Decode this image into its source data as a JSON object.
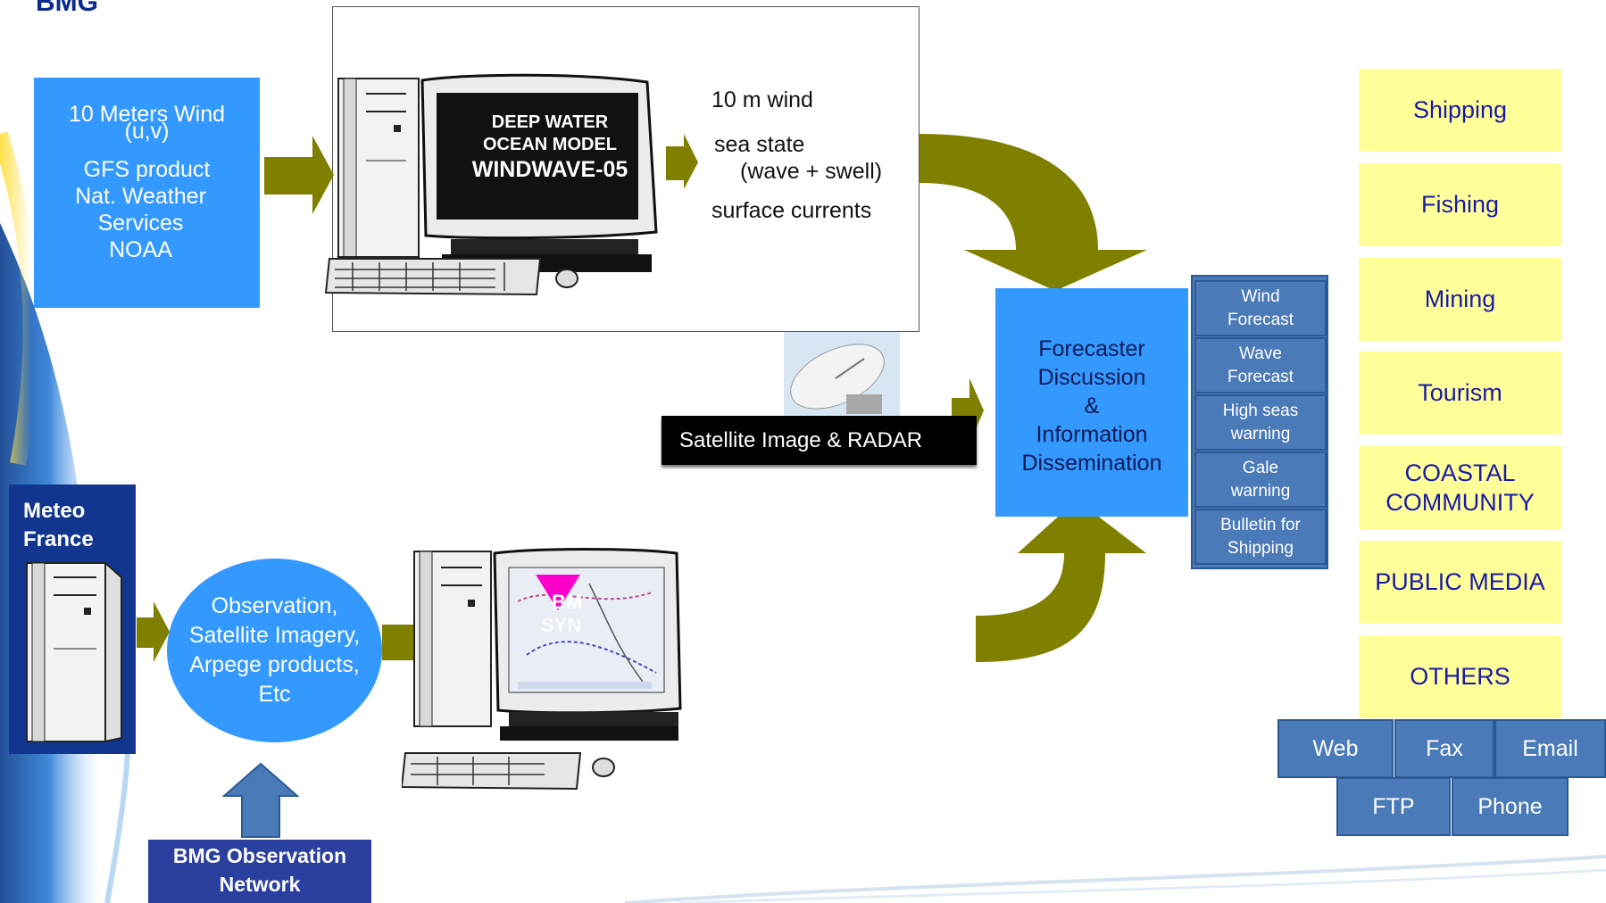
{
  "header": {
    "cut_title": "BMG"
  },
  "input_box": {
    "lines": [
      "10 Meters Wind",
      "(u,v)",
      "GFS product",
      "Nat. Weather",
      "Services",
      "NOAA"
    ]
  },
  "model": {
    "screen_line1": "DEEP WATER",
    "screen_line2": "OCEAN MODEL",
    "screen_line3": "WINDWAVE-05"
  },
  "outputs": {
    "line1": "10 m wind",
    "line2": "sea state",
    "line3": "(wave + swell)",
    "line4": "surface currents"
  },
  "satellite": {
    "label": "Satellite Image & RADAR"
  },
  "forecaster": {
    "lines": [
      "Forecaster",
      "Discussion",
      "&",
      "Information",
      "Dissemination"
    ]
  },
  "products": [
    {
      "text": "Wind\nForecast"
    },
    {
      "text": "Wave\nForecast"
    },
    {
      "text": "High seas\nwarning"
    },
    {
      "text": "Gale\nwarning"
    },
    {
      "text": "Bulletin for\nShipping"
    }
  ],
  "users": [
    {
      "label": "Shipping"
    },
    {
      "label": "Fishing"
    },
    {
      "label": "Mining"
    },
    {
      "label": "Tourism"
    },
    {
      "label": "COASTAL\nCOMMUNITY"
    },
    {
      "label": "PUBLIC MEDIA"
    },
    {
      "label": "OTHERS"
    }
  ],
  "channels": {
    "web": "Web",
    "fax": "Fax",
    "email": "Email",
    "ftp": "FTP",
    "phone": "Phone"
  },
  "meteo_france": {
    "line1": "Meteo",
    "line2": "France"
  },
  "observation": {
    "lines": [
      "Observation,",
      "Satellite Imagery,",
      "Arpege  products,",
      "Etc"
    ]
  },
  "workstation_screen": {
    "overlay_label": "BM",
    "overlay_label2": "SYN"
  },
  "bmg_network": {
    "line1": "BMG Observation",
    "line2": "Network"
  },
  "colors": {
    "arrow": "#808000",
    "blue_box": "#3399ff",
    "yellow": "#ffff99",
    "product_blue": "#4a7ab8",
    "navy": "#0b2a8c"
  }
}
